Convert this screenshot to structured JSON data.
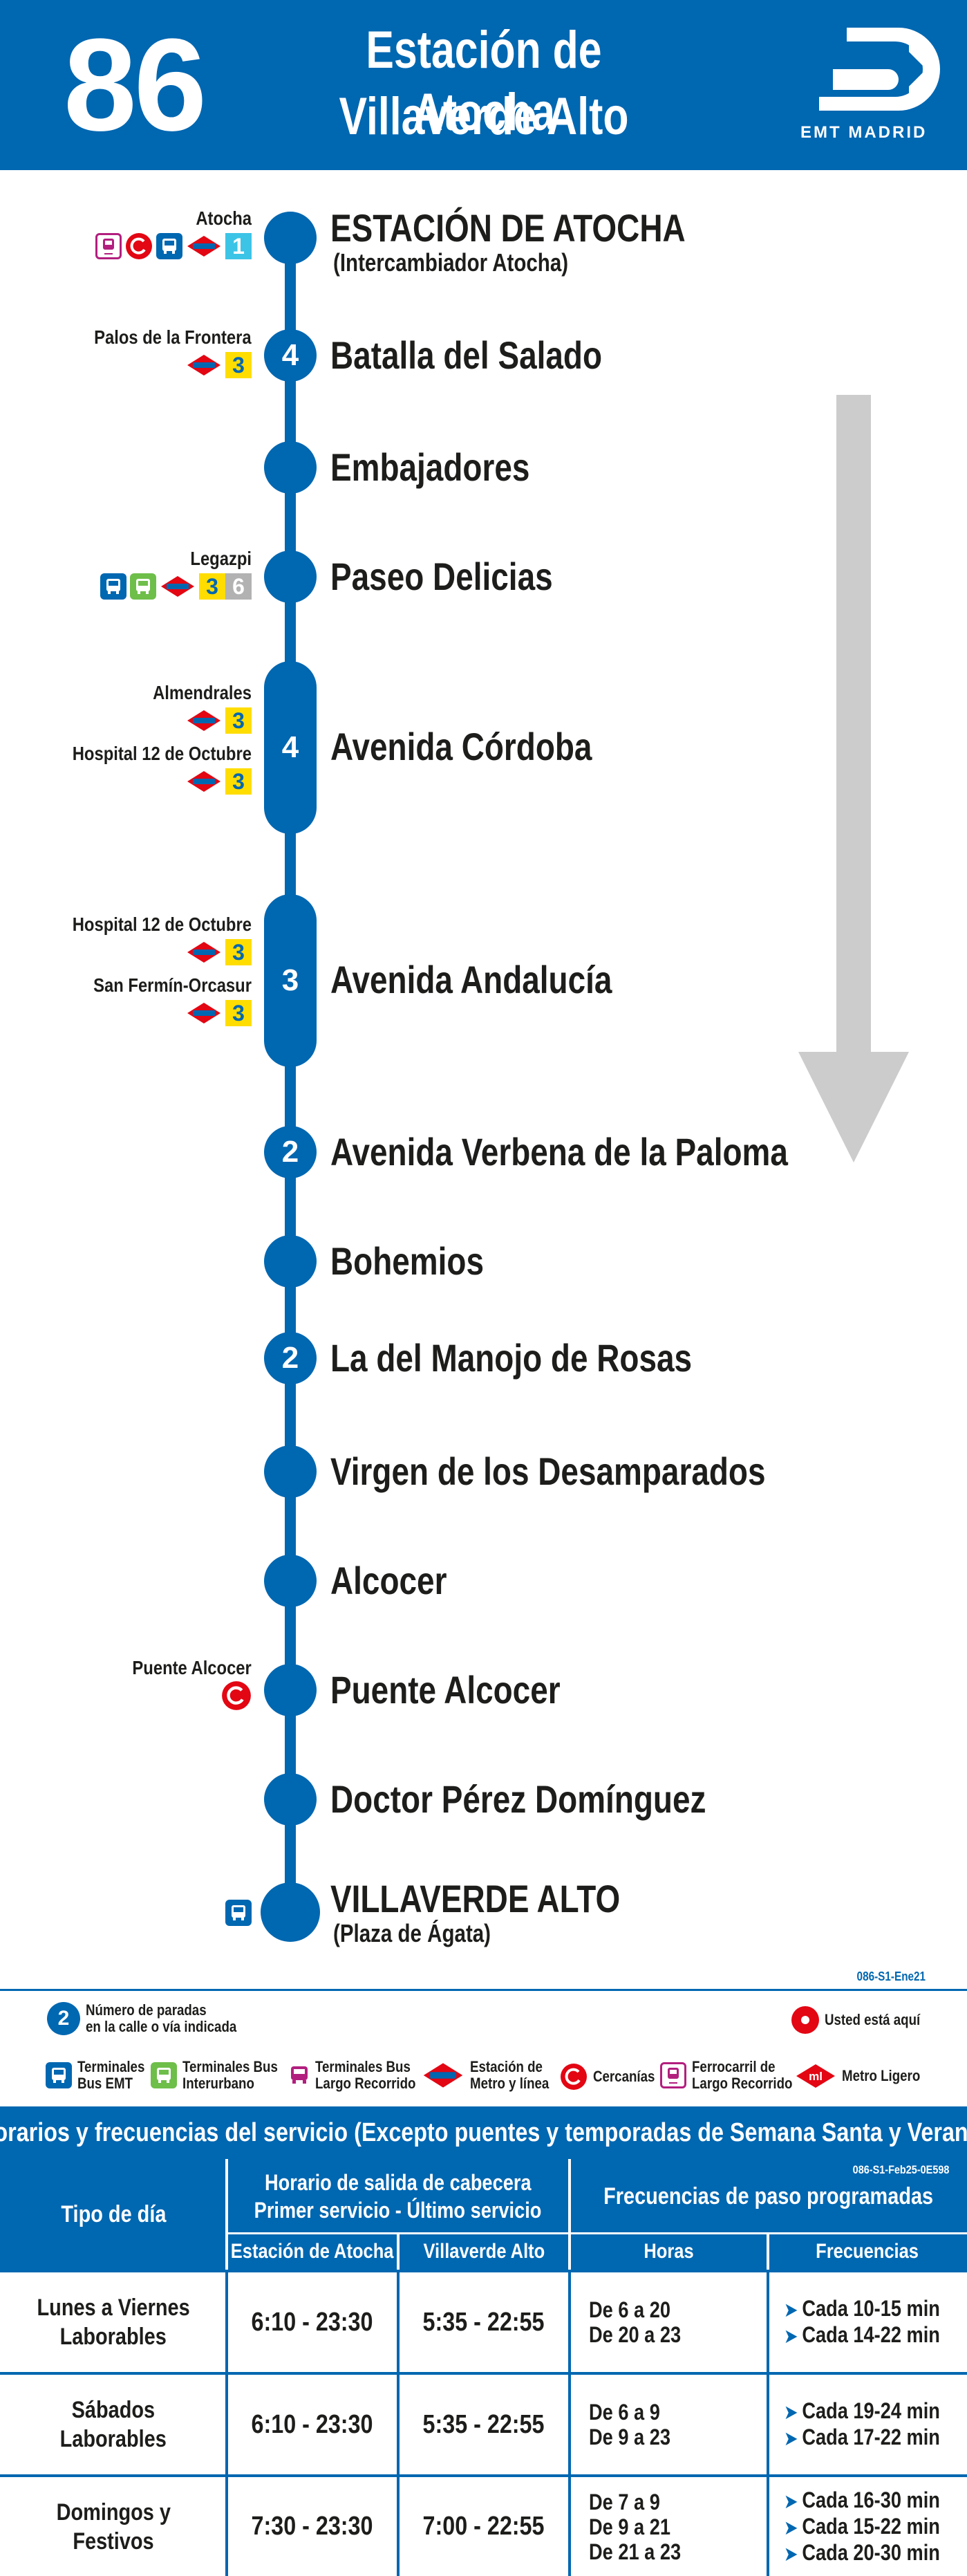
{
  "header": {
    "line_number": "86",
    "title_line1": "Estación de Atocha",
    "title_line2": "Villaverde Alto",
    "brand": "EMT MADRID",
    "brand_color": "#0067b1"
  },
  "stops": [
    {
      "name": "ESTACIÓN DE ATOCHA",
      "sub": "(Intercambiador Atocha)",
      "stops_count": "",
      "connections": [
        {
          "name": "Atocha",
          "icons": [
            "largo-recorrido-icon",
            "cercanias-icon",
            "bus-emt-icon",
            "metro-icon"
          ],
          "lines": [
            "1"
          ]
        }
      ]
    },
    {
      "name": "Batalla del Salado",
      "stops_count": "4",
      "connections": [
        {
          "name": "Palos de la Frontera",
          "icons": [
            "metro-icon"
          ],
          "lines": [
            "3"
          ]
        }
      ]
    },
    {
      "name": "Embajadores",
      "stops_count": "",
      "connections": []
    },
    {
      "name": "Paseo Delicias",
      "stops_count": "",
      "connections": [
        {
          "name": "Legazpi",
          "icons": [
            "bus-emt-icon",
            "bus-interurbano-icon",
            "metro-icon"
          ],
          "lines": [
            "3",
            "6"
          ]
        }
      ]
    },
    {
      "name": "Avenida Córdoba",
      "stops_count": "4",
      "connections": [
        {
          "name": "Almendrales",
          "icons": [
            "metro-icon"
          ],
          "lines": [
            "3"
          ]
        },
        {
          "name": "Hospital 12 de Octubre",
          "icons": [
            "metro-icon"
          ],
          "lines": [
            "3"
          ]
        }
      ]
    },
    {
      "name": "Avenida Andalucía",
      "stops_count": "3",
      "connections": [
        {
          "name": "Hospital 12 de Octubre",
          "icons": [
            "metro-icon"
          ],
          "lines": [
            "3"
          ]
        },
        {
          "name": "San Fermín-Orcasur",
          "icons": [
            "metro-icon"
          ],
          "lines": [
            "3"
          ]
        }
      ]
    },
    {
      "name": "Avenida Verbena de la Paloma",
      "stops_count": "2",
      "connections": []
    },
    {
      "name": "Bohemios",
      "stops_count": "",
      "connections": []
    },
    {
      "name": "La del Manojo de Rosas",
      "stops_count": "2",
      "connections": []
    },
    {
      "name": "Virgen de los Desamparados",
      "stops_count": "",
      "connections": []
    },
    {
      "name": "Alcocer",
      "stops_count": "",
      "connections": []
    },
    {
      "name": "Puente Alcocer",
      "stops_count": "",
      "connections": [
        {
          "name": "Puente Alcocer",
          "icons": [
            "cercanias-icon"
          ],
          "lines": []
        }
      ]
    },
    {
      "name": "Doctor Pérez Domínguez",
      "stops_count": "",
      "connections": []
    },
    {
      "name": "VILLAVERDE ALTO",
      "sub": "(Plaza de Ágata)",
      "stops_count": "",
      "connections": [
        {
          "name": "",
          "icons": [
            "bus-emt-icon"
          ],
          "lines": []
        }
      ]
    }
  ],
  "map_code": "086-S1-Ene21",
  "legend": {
    "stops_number_sample": "2",
    "stops_number_line1": "Número de paradas",
    "stops_number_line2": "en la calle o vía indicada",
    "you_are_here": "Usted está aquí",
    "terminales_emt_1": "Terminales",
    "terminales_emt_2": "Bus EMT",
    "terminales_interurbano_1": "Terminales Bus",
    "terminales_interurbano_2": "Interurbano",
    "terminales_largo_1": "Terminales Bus",
    "terminales_largo_2": "Largo Recorrido",
    "metro_1": "Estación de",
    "metro_2": "Metro y línea",
    "cercanias": "Cercanías",
    "ferrocarril_1": "Ferrocarril de",
    "ferrocarril_2": "Largo Recorrido",
    "metro_ligero": "Metro Ligero"
  },
  "timetable": {
    "title": "Horarios y frecuencias del servicio (Excepto puentes y temporadas de Semana Santa y Verano)",
    "code": "086-S1-Feb25-0E598",
    "col_day": "Tipo de día",
    "col_schedule_1": "Horario de salida de cabecera",
    "col_schedule_2": "Primer servicio - Último servicio",
    "col_origin": "Estación de Atocha",
    "col_destination": "Villaverde Alto",
    "col_freq_title": "Frecuencias de paso programadas",
    "col_hours": "Horas",
    "col_freqs": "Frecuencias",
    "rows": [
      {
        "day_1": "Lunes a Viernes",
        "day_2": "Laborables",
        "origin": "6:10 - 23:30",
        "destination": "5:35 - 22:55",
        "hours": [
          "De 6 a 20",
          "De 20 a 23"
        ],
        "freqs": [
          "Cada 10-15 min",
          "Cada 14-22 min"
        ]
      },
      {
        "day_1": "Sábados",
        "day_2": "Laborables",
        "origin": "6:10 - 23:30",
        "destination": "5:35 - 22:55",
        "hours": [
          "De 6 a 9",
          "De 9 a 23"
        ],
        "freqs": [
          "Cada 19-24 min",
          "Cada 17-22 min"
        ]
      },
      {
        "day_1": "Domingos y",
        "day_2": "Festivos",
        "origin": "7:30 - 23:30",
        "destination": "7:00 - 22:55",
        "hours": [
          "De 7 a 9",
          "De 9 a 21",
          "De 21 a 23"
        ],
        "freqs": [
          "Cada 16-30 min",
          "Cada 15-22 min",
          "Cada 20-30 min"
        ]
      }
    ]
  }
}
